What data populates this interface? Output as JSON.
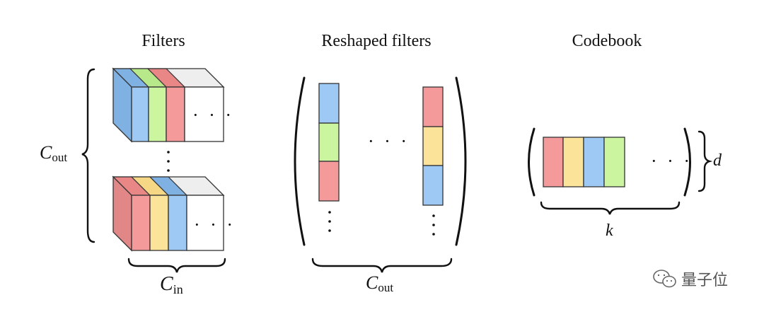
{
  "panels": {
    "filters": {
      "title": "Filters",
      "rows_label_main": "C",
      "rows_label_sub": "out",
      "cols_label_main": "C",
      "cols_label_sub": "in"
    },
    "reshaped": {
      "title": "Reshaped filters",
      "label_main": "C",
      "label_sub": "out"
    },
    "codebook": {
      "title": "Codebook",
      "rows_label": "d",
      "cols_label": "k"
    }
  },
  "ellipsis": "· · ·",
  "watermark": {
    "text": "量子位",
    "icon": "wechat-icon"
  },
  "colors": {
    "blue": "#9ec9f5",
    "blue_dark": "#7fb1e3",
    "green": "#ccf5a0",
    "red": "#f59a9a",
    "red_dark": "#e28787",
    "yellow": "#fbe39a",
    "white": "#ffffff",
    "top_gray": "#f0f0f0"
  }
}
